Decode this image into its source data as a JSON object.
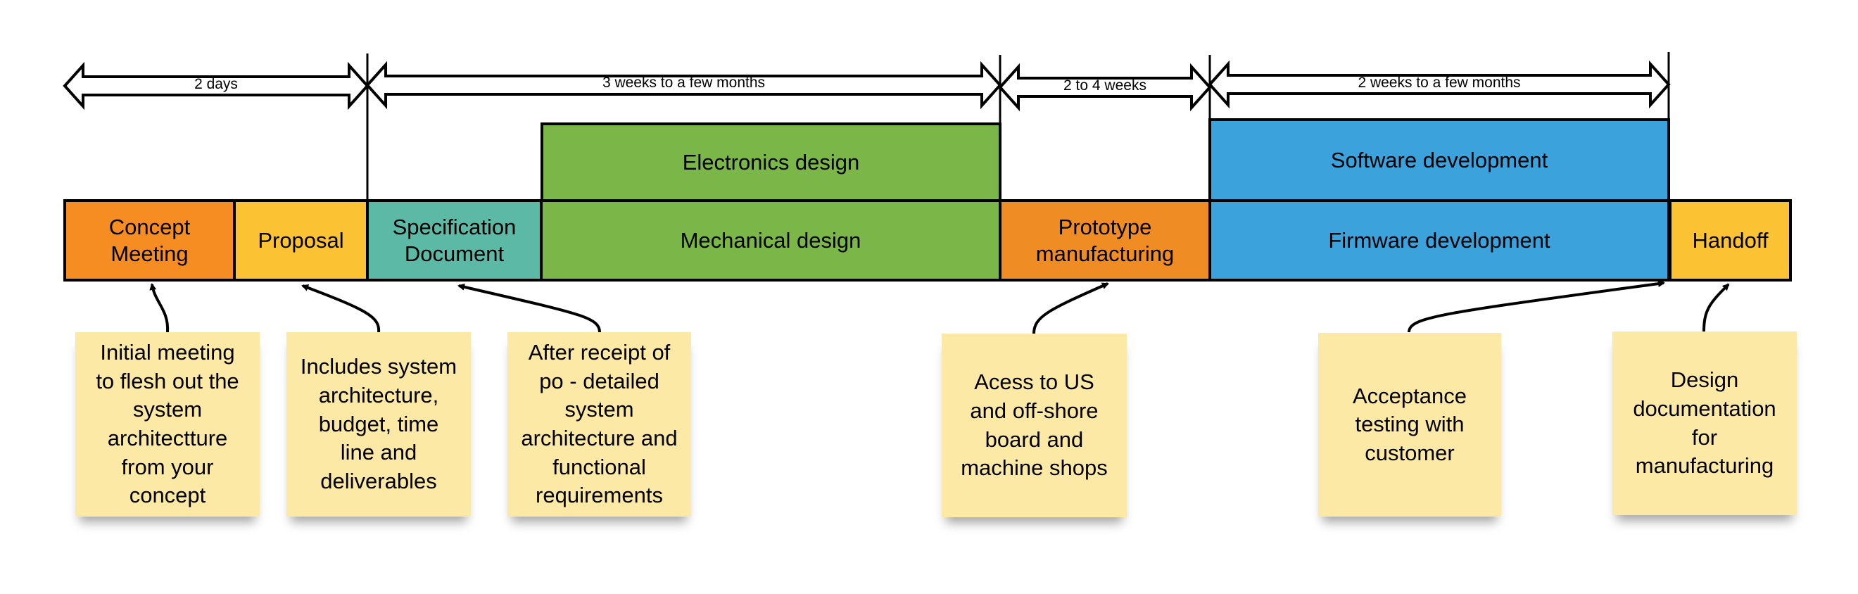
{
  "title": "Product development timeline",
  "colors": {
    "orange": "#f58d22",
    "yellow": "#fbc334",
    "teal": "#5cb9a6",
    "green": "#7ab648",
    "blue": "#3ca2dc",
    "note": "#fde9a6",
    "stroke": "#000000"
  },
  "durations": [
    {
      "label": "2 days"
    },
    {
      "label": "3 weeks to a few months"
    },
    {
      "label": "2 to 4 weeks"
    },
    {
      "label": "2 weeks to a few months"
    }
  ],
  "phases": [
    {
      "label": "Concept\nMeeting",
      "color": "orange"
    },
    {
      "label": "Proposal",
      "color": "yellow"
    },
    {
      "label": "Specification\nDocument",
      "color": "teal"
    },
    {
      "label": "Mechanical design",
      "color": "green"
    },
    {
      "label": "Electronics design",
      "color": "green"
    },
    {
      "label": "Prototype\nmanufacturing",
      "color": "orange"
    },
    {
      "label": "Firmware development",
      "color": "blue"
    },
    {
      "label": "Software development",
      "color": "blue"
    },
    {
      "label": "Handoff",
      "color": "yellow"
    }
  ],
  "notes": [
    {
      "text": "Initial meeting\nto flesh out the\nsystem\narchitectture\nfrom your\nconcept",
      "target": "Concept Meeting"
    },
    {
      "text": "Includes system\narchitecture,\nbudget, time\nline and\ndeliverables",
      "target": "Proposal"
    },
    {
      "text": "After receipt of\npo - detailed\nsystem\narchitecture and\nfunctional\nrequirements",
      "target": "Specification Document"
    },
    {
      "text": "Acess to US\nand off-shore\nboard and\nmachine shops",
      "target": "Prototype manufacturing"
    },
    {
      "text": "Acceptance\ntesting with\ncustomer",
      "target": "Firmware development"
    },
    {
      "text": "Design\ndocumentation\nfor\nmanufacturing",
      "target": "Handoff"
    }
  ]
}
